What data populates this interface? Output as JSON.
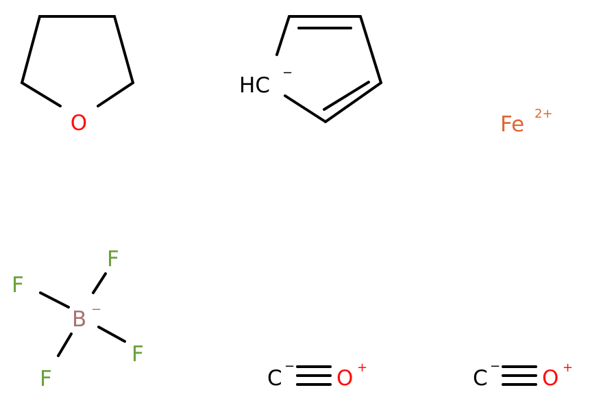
{
  "colors": {
    "bond": "#000000",
    "oxygen": "#ff0d0d",
    "iron": "#e06633",
    "fluorine": "#6aa03c",
    "boron": "#a87171",
    "carbon": "#000000"
  },
  "molecules": {
    "thf": {
      "o_label": "O"
    },
    "cyclopentadienide": {
      "h_label": "H",
      "c_label": "C",
      "charge": "−"
    },
    "iron": {
      "label": "Fe",
      "charge": "2+"
    },
    "tetrafluoroborate": {
      "boron_label": "B",
      "boron_charge": "−",
      "f_top": "F",
      "f_left": "F",
      "f_right": "F",
      "f_bottom": "F"
    },
    "carbonyl_1": {
      "c_label": "C",
      "c_charge": "−",
      "o_label": "O",
      "o_charge": "+"
    },
    "carbonyl_2": {
      "c_label": "C",
      "c_charge": "−",
      "o_label": "O",
      "o_charge": "+"
    }
  }
}
